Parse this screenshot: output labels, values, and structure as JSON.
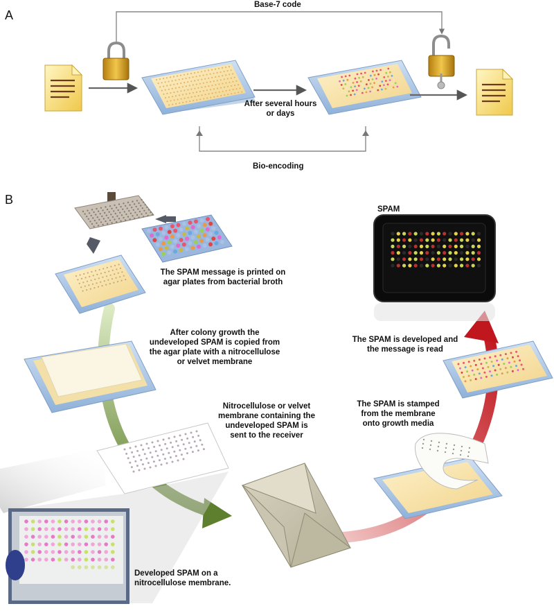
{
  "panels": {
    "a": "A",
    "b": "B"
  },
  "panel_a": {
    "top_label": "Base-7 code",
    "middle_label_1": "After several hours",
    "middle_label_2": "or days",
    "bottom_label": "Bio-encoding"
  },
  "panel_b": {
    "spam_title": "SPAM",
    "step1": [
      "The SPAM message is printed on",
      "agar plates from bacterial broth"
    ],
    "step2": [
      "After colony growth the",
      "undeveloped SPAM is copied from",
      "the agar plate with a nitrocellulose",
      "or velvet membrane"
    ],
    "step3": [
      "Nitrocellulose or velvet",
      "membrane containing the",
      "undeveloped SPAM is",
      "sent to the receiver"
    ],
    "step4": [
      "The SPAM is stamped",
      "from the membrane",
      "onto growth media"
    ],
    "step5": [
      "The SPAM is developed and",
      "the message is read"
    ],
    "photo_caption": [
      "Developed SPAM on a",
      "nitrocellulose membrane."
    ]
  },
  "colors": {
    "arrow_green_light": "#cfe3b0",
    "arrow_green_dark": "#5e7f2e",
    "arrow_red_light": "#ecaaa8",
    "arrow_red_dark": "#c0171e",
    "plate_frame": "#a9c5e6",
    "agar": "#f7e1a6",
    "lock_gold": "#d19a1c",
    "document": "#f6dc74"
  }
}
